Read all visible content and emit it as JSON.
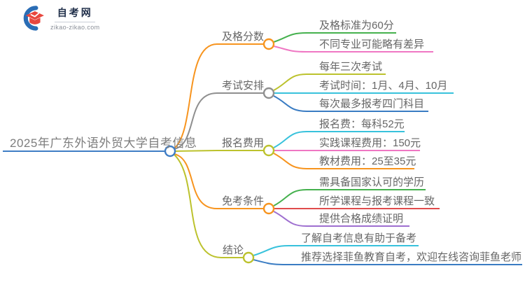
{
  "logo": {
    "site_name": "自考网",
    "site_url": "zikao-zikao.com"
  },
  "mindmap": {
    "root": {
      "label": "2025年广东外语外贸大学自考信息",
      "color": "#3f7dc5"
    },
    "branches": [
      {
        "label": "及格分数",
        "color": "#f7941e",
        "children": [
          {
            "label": "及格标准为60分",
            "color": "#45b14e"
          },
          {
            "label": "不同专业可能略有差异",
            "color": "#ef77c3"
          }
        ]
      },
      {
        "label": "考试安排",
        "color": "#8f8f8f",
        "children": [
          {
            "label": "每年三次考试",
            "color": "#bcc22d"
          },
          {
            "label": "考试时间：1月、4月、10月",
            "color": "#38c2dc"
          },
          {
            "label": "每次最多报考四门科目",
            "color": "#3a7cc3"
          }
        ]
      },
      {
        "label": "报名费用",
        "color": "#bcc22d",
        "children": [
          {
            "label": "报名费：每科52元",
            "color": "#38c2dc"
          },
          {
            "label": "实践课程费用：150元",
            "color": "#ef77c3"
          },
          {
            "label": "教材费用：25至35元",
            "color": "#f7941e"
          }
        ]
      },
      {
        "label": "免考条件",
        "color": "#f7941e",
        "children": [
          {
            "label": "需具备国家认可的学历",
            "color": "#45b14e"
          },
          {
            "label": "所学课程与报考课程一致",
            "color": "#e04b4b"
          },
          {
            "label": "提供合格成绩证明",
            "color": "#9e6fd0"
          }
        ]
      },
      {
        "label": "结论",
        "color": "#bcc22d",
        "children": [
          {
            "label": "了解自考信息有助于备考",
            "color": "#38c2dc"
          },
          {
            "label": "推荐选择菲鱼教育自考，欢迎在线咨询菲鱼老师",
            "color": "#3a7cc3"
          }
        ]
      }
    ]
  }
}
